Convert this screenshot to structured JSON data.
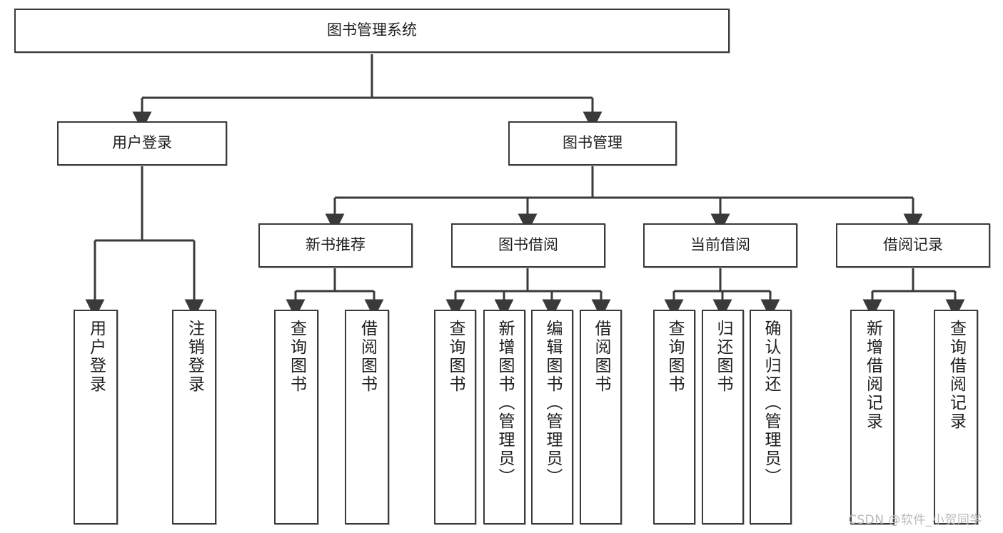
{
  "diagram": {
    "type": "tree-hierarchy",
    "title": "图书管理系统",
    "root": {
      "id": "root",
      "label": "图书管理系统"
    },
    "level2": [
      {
        "id": "user-login",
        "label": "用户登录"
      },
      {
        "id": "book-management",
        "label": "图书管理"
      }
    ],
    "level3": [
      {
        "id": "new-book-recommend",
        "label": "新书推荐",
        "parent": "book-management"
      },
      {
        "id": "book-borrow",
        "label": "图书借阅",
        "parent": "book-management"
      },
      {
        "id": "current-borrow",
        "label": "当前借阅",
        "parent": "book-management"
      },
      {
        "id": "borrow-record",
        "label": "借阅记录",
        "parent": "book-management"
      }
    ],
    "leaves": [
      {
        "id": "leaf-user-login",
        "label": "用户登录",
        "parent": "user-login"
      },
      {
        "id": "leaf-logout-login",
        "label": "注销登录",
        "parent": "user-login"
      },
      {
        "id": "leaf-query-book-1",
        "label": "查询图书",
        "parent": "new-book-recommend"
      },
      {
        "id": "leaf-borrow-book-1",
        "label": "借阅图书",
        "parent": "new-book-recommend"
      },
      {
        "id": "leaf-query-book-2",
        "label": "查询图书",
        "parent": "book-borrow"
      },
      {
        "id": "leaf-add-book",
        "label": "新增图书（管理员）",
        "parent": "book-borrow"
      },
      {
        "id": "leaf-edit-book",
        "label": "编辑图书（管理员）",
        "parent": "book-borrow"
      },
      {
        "id": "leaf-borrow-book-2",
        "label": "借阅图书",
        "parent": "book-borrow"
      },
      {
        "id": "leaf-query-book-3",
        "label": "查询图书",
        "parent": "current-borrow"
      },
      {
        "id": "leaf-return-book",
        "label": "归还图书",
        "parent": "current-borrow"
      },
      {
        "id": "leaf-confirm-return",
        "label": "确认归还（管理员）",
        "parent": "current-borrow"
      },
      {
        "id": "leaf-add-record",
        "label": "新增借阅记录",
        "parent": "borrow-record"
      },
      {
        "id": "leaf-query-record",
        "label": "查询借阅记录",
        "parent": "borrow-record"
      }
    ],
    "watermark": "CSDN @软件_小贺同学",
    "colors": {
      "stroke": "#3a3a3a",
      "fill": "#ffffff",
      "text": "#1d1d1d",
      "watermark": "#b9b9b9"
    }
  }
}
